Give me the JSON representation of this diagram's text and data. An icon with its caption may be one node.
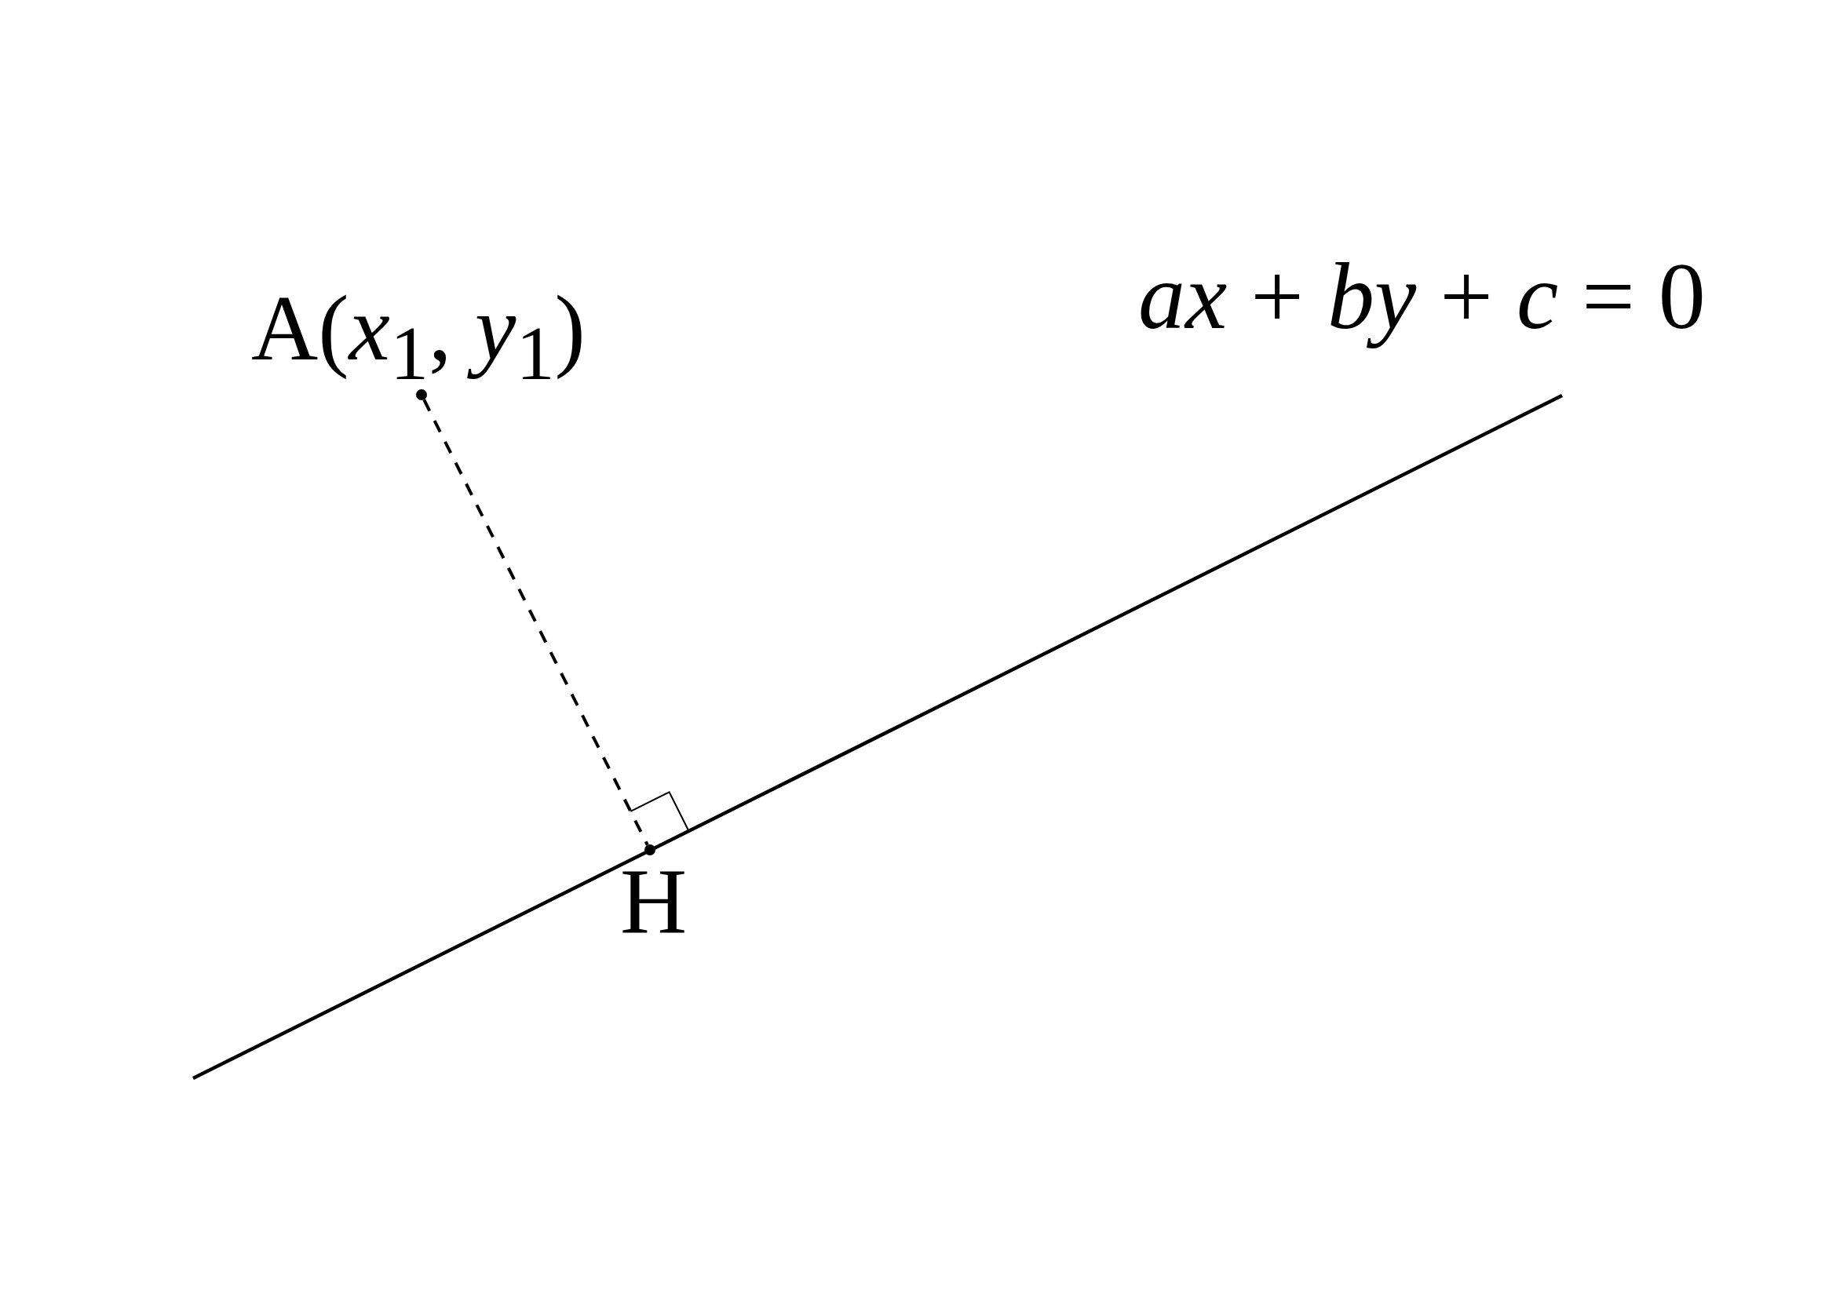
{
  "diagram": {
    "nodes": [
      {
        "text": [],
        "shape": "circle",
        "beside": [
          "A(*x*$_{1}$, *y*$_{1}$)"
        ]
      },
      {
        "text": [],
        "shape": "circle",
        "beside": [
          "H"
        ]
      }
    ],
    "edges": [
      {
        "from": 0,
        "to": 1,
        "arrow": "none",
        "style": "dashed"
      }
    ],
    "labels": [
      "*ax* + *by* + *c* = 0"
    ]
  }
}
